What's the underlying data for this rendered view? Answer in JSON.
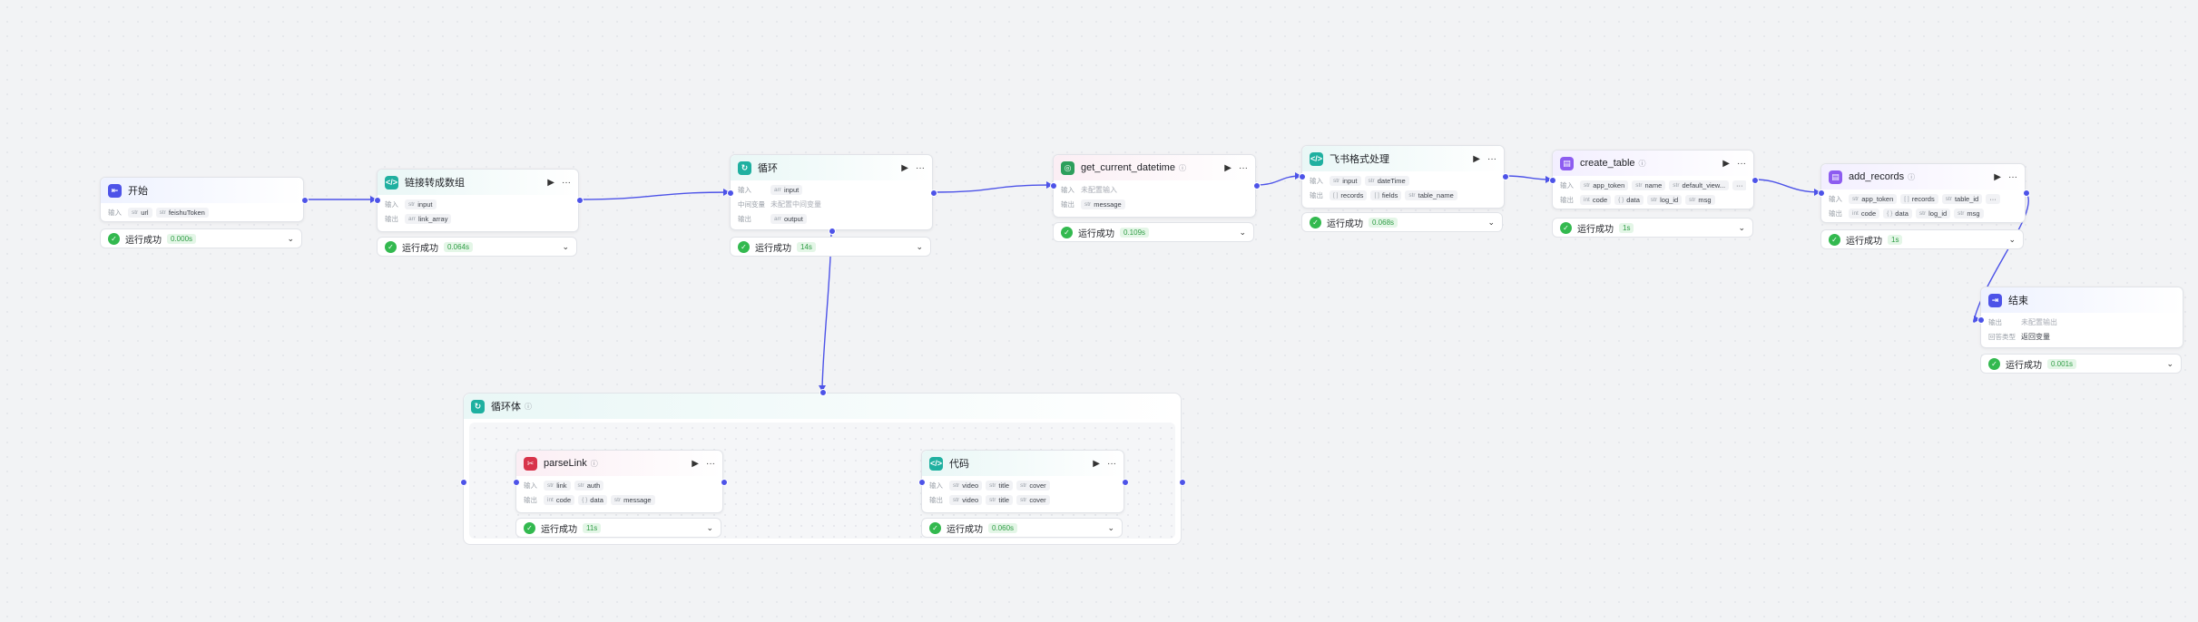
{
  "colors": {
    "accent": "#4d53e8",
    "success": "#33b94f"
  },
  "nodes": {
    "start": {
      "title": "开始",
      "icon": "start-icon",
      "in_label": "输入",
      "inputs": [
        "url",
        "feishuToken"
      ]
    },
    "link2arr": {
      "title": "链接转成数组",
      "icon": "code-icon",
      "in_label": "输入",
      "out_label": "输出",
      "input": "input",
      "output": "link_array"
    },
    "loop": {
      "title": "循环",
      "icon": "loop-icon",
      "in_label": "输入",
      "mid_label": "中间变量",
      "out_label": "输出",
      "input": "input",
      "mid": "未配置中间变量",
      "output": "output"
    },
    "datetime": {
      "title": "get_current_datetime",
      "icon": "plugin-icon",
      "in_label": "输入",
      "out_label": "输出",
      "input": "未配置输入",
      "output": "message"
    },
    "feishu": {
      "title": "飞书格式处理",
      "icon": "code-icon",
      "in_label": "输入",
      "out_label": "输出",
      "inputs": [
        "input",
        "dateTime"
      ],
      "outputs": [
        "records",
        "fields",
        "table_name"
      ]
    },
    "create_table": {
      "title": "create_table",
      "icon": "database-icon",
      "in_label": "输入",
      "out_label": "输出",
      "inputs": [
        "app_token",
        "name",
        "default_view..."
      ],
      "more": "···",
      "outputs": [
        "code",
        "data",
        "log_id",
        "msg"
      ]
    },
    "add_records": {
      "title": "add_records",
      "icon": "database-icon",
      "in_label": "输入",
      "out_label": "输出",
      "inputs": [
        "app_token",
        "records",
        "table_id"
      ],
      "more": "···",
      "outputs": [
        "code",
        "data",
        "log_id",
        "msg"
      ]
    },
    "end": {
      "title": "结束",
      "icon": "end-icon",
      "out_label": "输出",
      "type_label": "回答类型",
      "output": "未配置输出",
      "type": "返回变量"
    },
    "parselink": {
      "title": "parseLink",
      "icon": "plugin-icon",
      "in_label": "输入",
      "out_label": "输出",
      "inputs": [
        "link",
        "auth"
      ],
      "outputs": [
        "code",
        "data",
        "message"
      ]
    },
    "code": {
      "title": "代码",
      "icon": "code-icon",
      "in_label": "输入",
      "out_label": "输出",
      "inputs": [
        "video",
        "title",
        "cover"
      ],
      "outputs": [
        "video",
        "title",
        "cover"
      ]
    }
  },
  "loop_body": {
    "title": "循环体",
    "info_icon": "info-icon"
  },
  "status": {
    "label": "运行成功",
    "start": "0.000s",
    "link2arr": "0.064s",
    "loop": "14s",
    "datetime": "0.109s",
    "feishu": "0.068s",
    "create_table": "1s",
    "add_records": "1s",
    "end": "0.001s",
    "parselink": "11s",
    "code": "0.060s"
  },
  "type_tags": {
    "str": "str",
    "arr_str": "arr",
    "obj": "{ }",
    "int": "int",
    "arr_obj": "[ ]"
  }
}
